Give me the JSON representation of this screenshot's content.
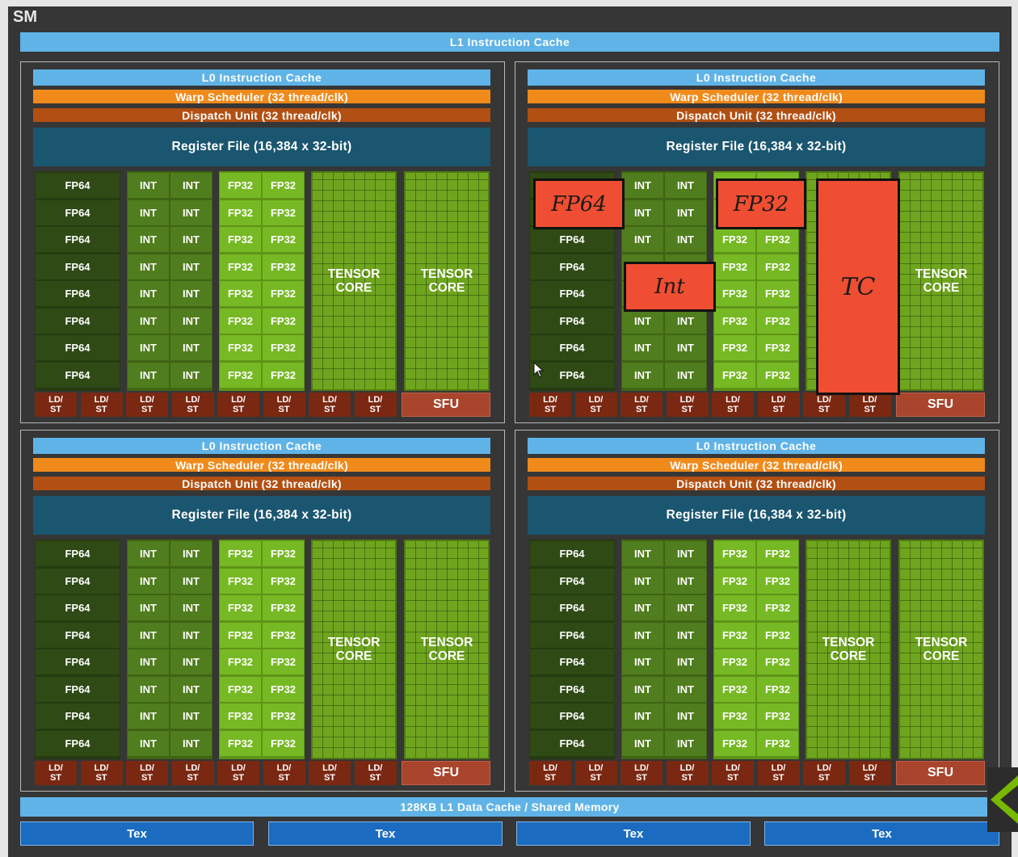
{
  "sm_label": "SM",
  "l1_instruction_cache": "L1 Instruction Cache",
  "quadrant": {
    "l0_cache": "L0 Instruction Cache",
    "warp_scheduler": "Warp Scheduler (32 thread/clk)",
    "dispatch_unit": "Dispatch Unit (32 thread/clk)",
    "register_file": "Register File (16,384 x 32-bit)",
    "fp64": "FP64",
    "int": "INT",
    "fp32": "FP32",
    "tensor_core": "TENSOR\nCORE",
    "ld_st": "LD/\nST",
    "sfu": "SFU"
  },
  "annotations": {
    "fp64": "FP64",
    "fp32": "FP32",
    "int": "Int",
    "tc": "TC"
  },
  "l1_data_cache": "128KB L1 Data Cache / Shared Memory",
  "tex_units": [
    "Tex",
    "Tex",
    "Tex",
    "Tex"
  ],
  "colors": {
    "cache_blue": "#5fb3e7",
    "warp_orange": "#f08a1b",
    "dispatch_brown": "#b24f12",
    "register_teal": "#1b5670",
    "fp64_dark_green": "#2f4a15",
    "int_green": "#507d1d",
    "fp32_light_green": "#77b924",
    "ldst_maroon": "#7b2812",
    "annotation_red": "#ef4e32",
    "tex_blue": "#1b6cc0"
  }
}
